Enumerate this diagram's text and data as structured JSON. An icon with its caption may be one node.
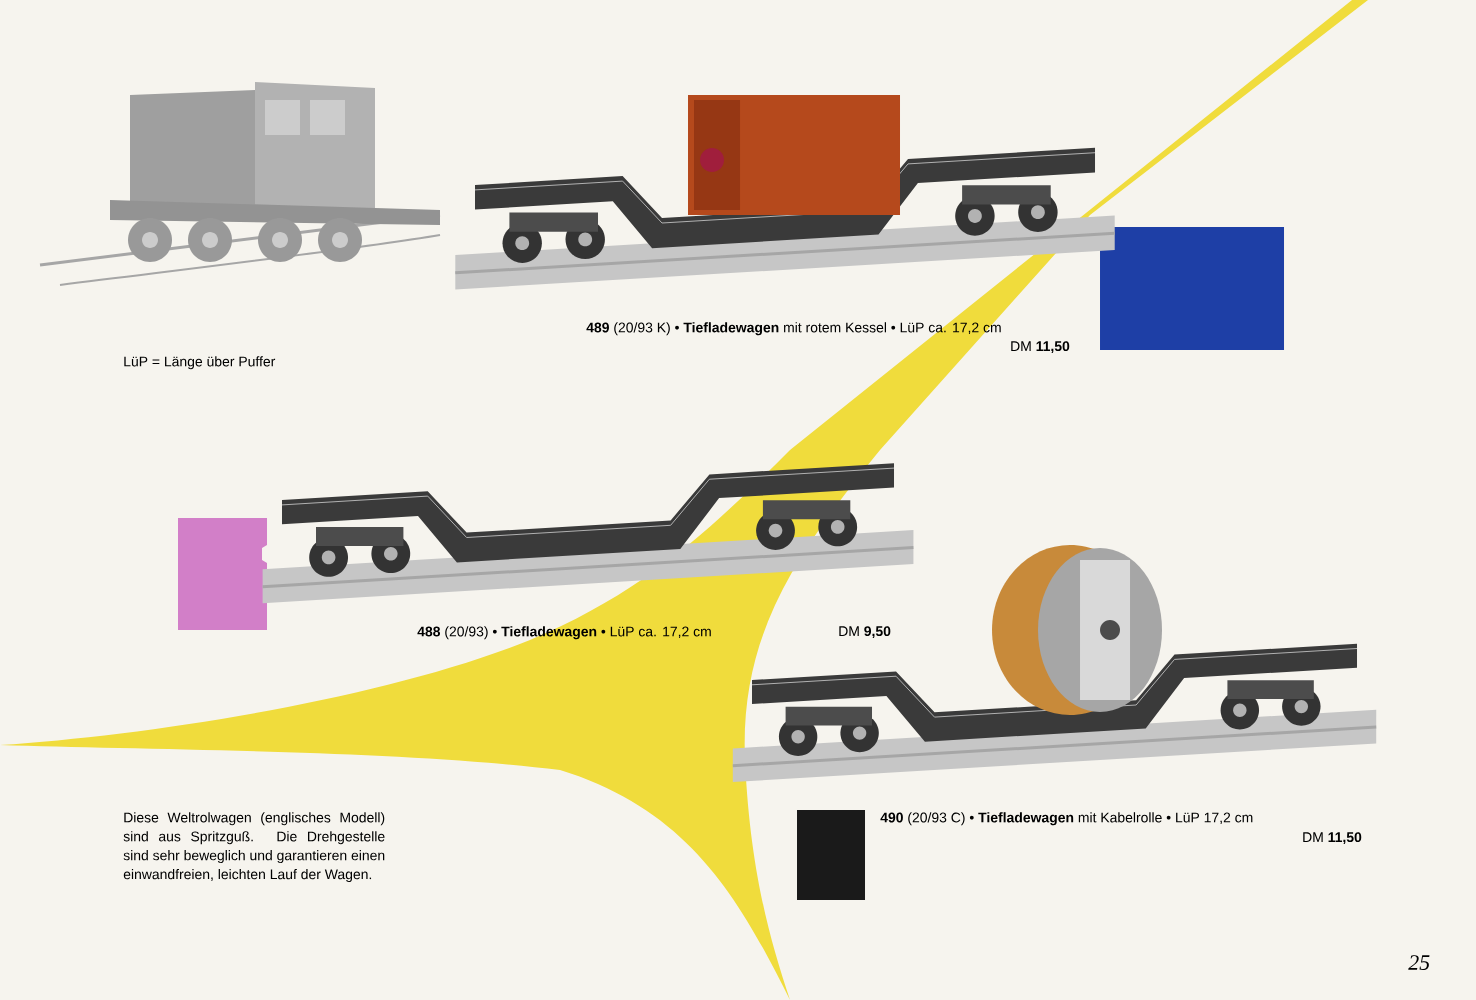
{
  "diagram": {
    "labels": [
      "**489** (20/93 K) • **Tiefladewagen** mit rotem Kessel • LüP ca. 17,2 cm",
      "DM **11,50**",
      "LüP = Länge über Puffer",
      "**488** (20/93) • **Tiefladewagen** • LüP ca. 17,2 cm",
      "DM **9,50**",
      "**490** (20/93 C) • **Tiefladewagen** mit Kabelrolle • LüP 17,2 cm",
      "DM **11,50**",
      "Diese Weltrolwagen (englisches Modell) sind aus Spritzguß. Die Drehgestelle sind sehr beweglich und garantieren einen einwandfreien, leichten Lauf der Wagen.",
      "25"
    ]
  }
}
